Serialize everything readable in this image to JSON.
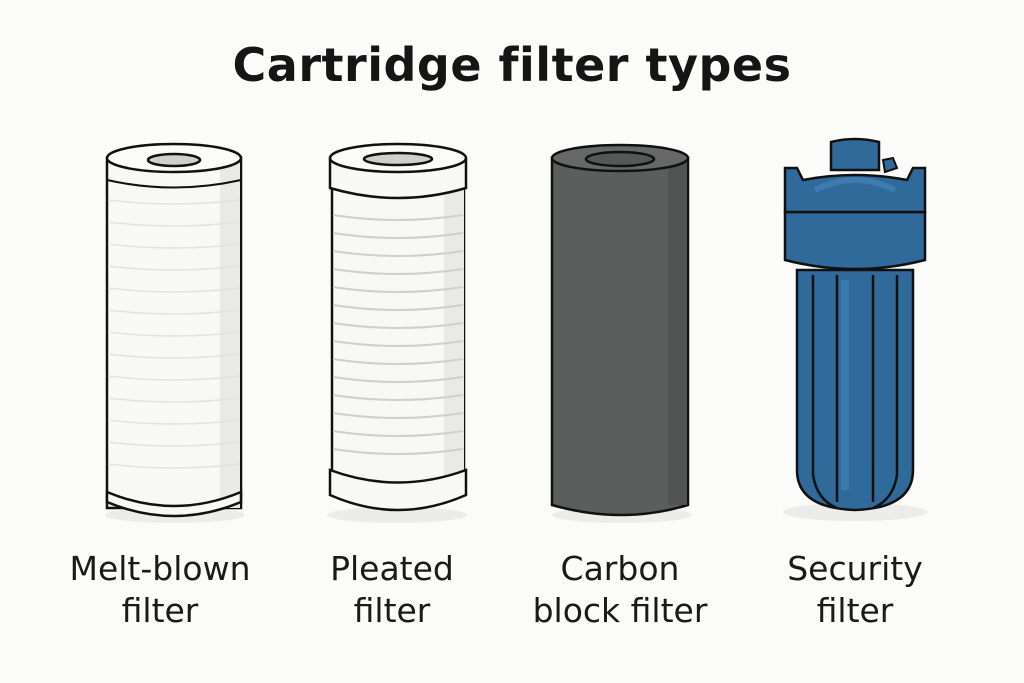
{
  "title": "Cartridge filter types",
  "colors": {
    "background": "#fbfbf9",
    "outline": "#111111",
    "white_filter": "#f7f7f5",
    "carbon": "#5b5e5d",
    "security_blue": "#2f6a9a"
  },
  "filters": [
    {
      "line1": "Melt-blown",
      "line2": "filter",
      "icon": "melt-blown-cartridge-icon"
    },
    {
      "line1": "Pleated",
      "line2": "filter",
      "icon": "pleated-cartridge-icon"
    },
    {
      "line1": "Carbon",
      "line2": "block filter",
      "icon": "carbon-block-cartridge-icon"
    },
    {
      "line1": "Security",
      "line2": "filter",
      "icon": "security-filter-housing-icon"
    }
  ]
}
